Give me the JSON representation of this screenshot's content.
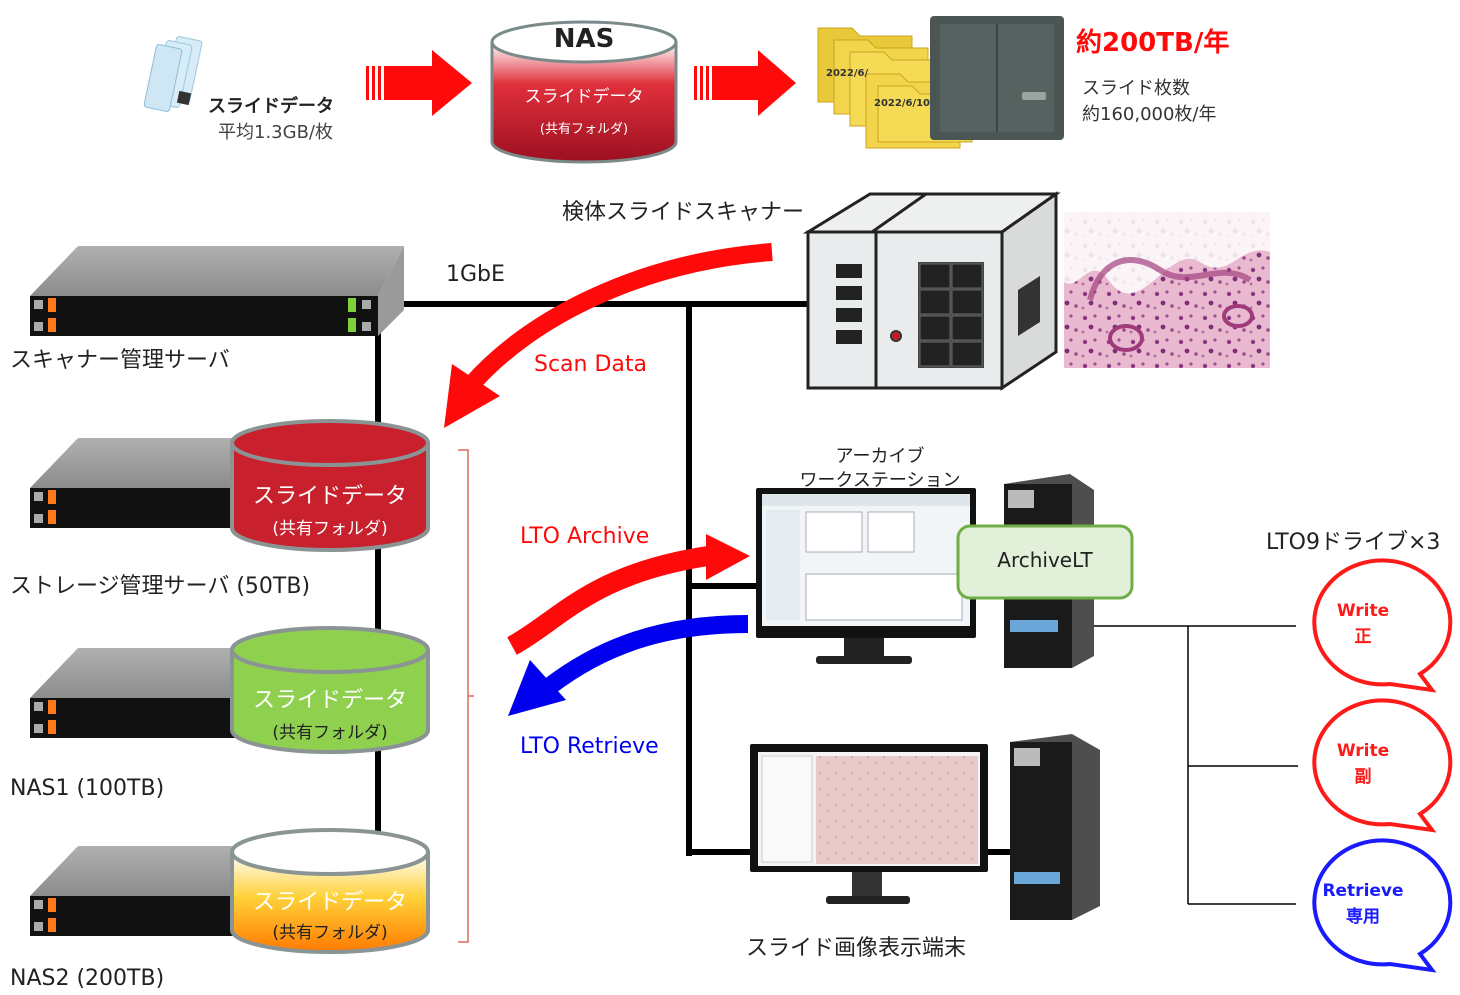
{
  "top_flow": {
    "slide_label": "スライドデータ",
    "slide_size": "平均1.3GB/枚",
    "nas_title": "NAS",
    "nas_line1": "スライドデータ",
    "nas_line2": "(共有フォルダ)",
    "folder_date_a": "2022/6/",
    "folder_date_b": "2022/6/10",
    "volume_per_year": "約200TB/年",
    "slide_count_label": "スライド枚数",
    "slide_count_value": "約160,000枚/年"
  },
  "scanner": {
    "label": "検体スライドスキャナー"
  },
  "network": {
    "label": "1GbE"
  },
  "flows": {
    "scan_data": "Scan Data",
    "lto_archive": "LTO Archive",
    "lto_retrieve": "LTO Retrieve"
  },
  "servers": [
    {
      "label": "スキャナー管理サーバ"
    },
    {
      "label": "ストレージ管理サーバ (50TB)",
      "cyl_line1": "スライドデータ",
      "cyl_line2": "(共有フォルダ)",
      "color": "#c8202c"
    },
    {
      "label": "NAS1 (100TB)",
      "cyl_line1": "スライドデータ",
      "cyl_line2": "(共有フォルダ)",
      "color": "#8fd14f"
    },
    {
      "label": "NAS2 (200TB)",
      "cyl_line1": "スライドデータ",
      "cyl_line2": "(共有フォルダ)",
      "color": "#ff9a1a"
    }
  ],
  "workstation": {
    "title_line1": "アーカイブ",
    "title_line2": "ワークステーション",
    "software": "ArchiveLT"
  },
  "viewer": {
    "label": "スライド画像表示端末"
  },
  "drives": {
    "title": "LTO9ドライブ×3",
    "items": [
      {
        "line1": "Write",
        "line2": "正",
        "color": "#ff1a1a"
      },
      {
        "line1": "Write",
        "line2": "副",
        "color": "#ff1a1a"
      },
      {
        "line1": "Retrieve",
        "line2": "専用",
        "color": "#1a1aff"
      }
    ]
  },
  "colors": {
    "accent_red": "#ff0a0a",
    "accent_blue": "#0000ee",
    "archive_box": "#70ad47"
  }
}
